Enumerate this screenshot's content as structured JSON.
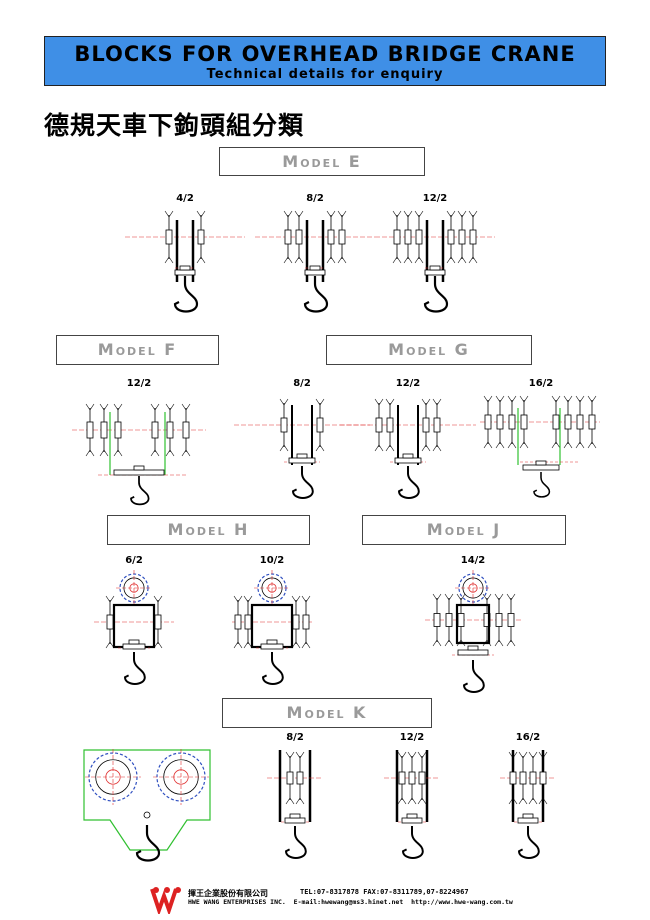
{
  "header": {
    "title": "BLOCKS FOR OVERHEAD BRIDGE CRANE",
    "subtitle": "Technical details for enquiry"
  },
  "heading": "德規天車下鉤頭組分類",
  "models": {
    "e": {
      "label": "Model E",
      "items": [
        "4/2",
        "8/2",
        "12/2"
      ]
    },
    "f": {
      "label": "Model F",
      "items": [
        "12/2"
      ]
    },
    "g": {
      "label": "Model G",
      "items": [
        "8/2",
        "12/2",
        "16/2"
      ]
    },
    "h": {
      "label": "Model H",
      "items": [
        "6/2",
        "10/2"
      ]
    },
    "j": {
      "label": "Model J",
      "items": [
        "14/2"
      ]
    },
    "k": {
      "label": "Model K",
      "items": [
        "8/2",
        "12/2",
        "16/2"
      ]
    }
  },
  "footer": {
    "company_zh": "揮王企業股份有限公司",
    "company_en": "HWE WANG ENTERPRISES INC.",
    "contact": "TEL:07-8317878  FAX:07-8311789,07-8224967",
    "email": "E-mail:hwewang@ms3.hinet.net",
    "web": "http://www.hwe-wang.com.tw"
  },
  "colors": {
    "banner": "#3f8fe6",
    "centerline": "#e03030",
    "frame": "#30c030",
    "pulley": "#3050c0"
  }
}
